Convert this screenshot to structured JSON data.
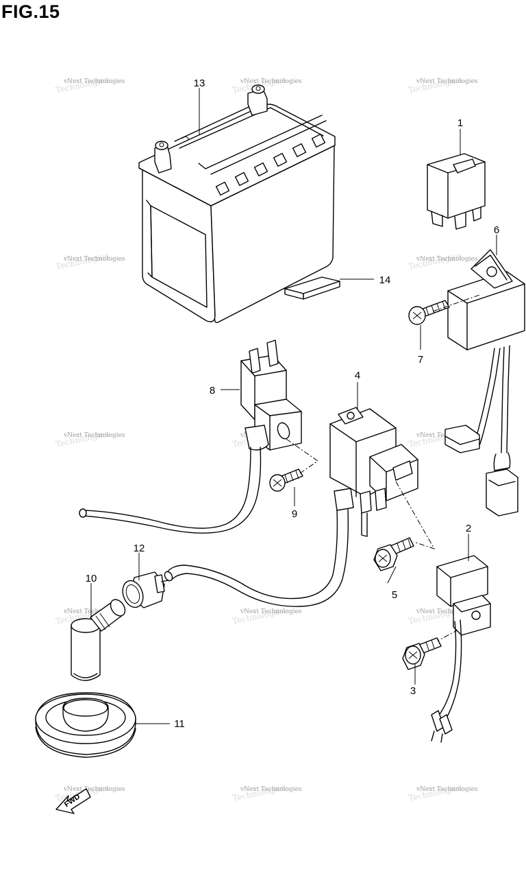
{
  "figure": {
    "title": "FIG.15"
  },
  "watermark": {
    "line1": "vNext Technologies",
    "line2": "Technologies"
  },
  "direction_marker": {
    "label": "FWD",
    "icon": "forward-arrow-icon"
  },
  "parts": [
    {
      "number": "1",
      "icon": "relay-icon"
    },
    {
      "number": "2",
      "icon": "relay-icon"
    },
    {
      "number": "3",
      "icon": "bolt-icon"
    },
    {
      "number": "4",
      "icon": "ignition-coil-icon"
    },
    {
      "number": "5",
      "icon": "bolt-icon"
    },
    {
      "number": "6",
      "icon": "control-unit-icon"
    },
    {
      "number": "7",
      "icon": "screw-icon"
    },
    {
      "number": "8",
      "icon": "regulator-icon"
    },
    {
      "number": "9",
      "icon": "screw-icon"
    },
    {
      "number": "10",
      "icon": "spark-plug-cap-icon"
    },
    {
      "number": "11",
      "icon": "grommet-icon"
    },
    {
      "number": "12",
      "icon": "lead-connector-icon"
    },
    {
      "number": "13",
      "icon": "battery-icon"
    },
    {
      "number": "14",
      "icon": "battery-pad-icon"
    }
  ]
}
